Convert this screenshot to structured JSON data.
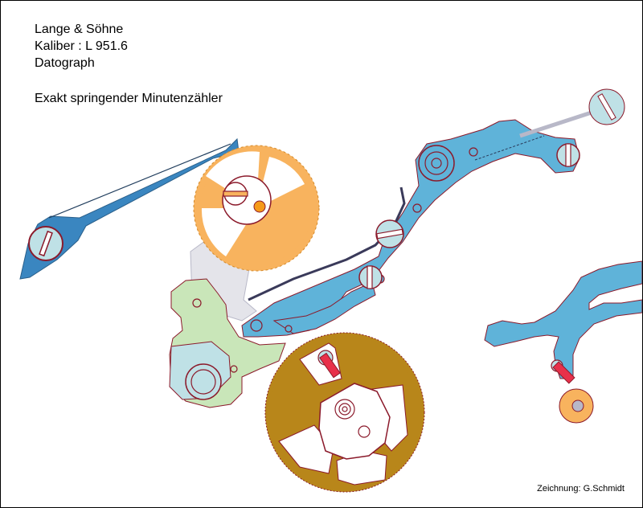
{
  "title": {
    "brand": "Lange & Söhne",
    "caliber": "Kaliber : L 951.6",
    "model": "Datograph"
  },
  "caption": "Exakt springender Minutenzähler",
  "credit": "Zeichnung: G.Schmidt",
  "colors": {
    "lever_blue": "#5fb3d9",
    "lever_dark_blue": "#3a86c0",
    "wheel_orange": "#f8b35e",
    "wheel_gold": "#b8861a",
    "hammer_green": "#c9e6b9",
    "pale_cyan": "#bfe1e6",
    "outline_red": "#8b1a2b",
    "pawl_red": "#e8304a",
    "pale_grey": "#e4e4ea"
  },
  "components": [
    {
      "name": "fine-steel-spring",
      "color": "lever_dark_blue"
    },
    {
      "name": "orange-ratchet-wheel",
      "color": "wheel_orange"
    },
    {
      "name": "main-blue-lever",
      "color": "lever_blue"
    },
    {
      "name": "green-hammer",
      "color": "hammer_green"
    },
    {
      "name": "minute-counter-wheel",
      "color": "wheel_gold"
    },
    {
      "name": "right-jumper-lever",
      "color": "lever_blue"
    },
    {
      "name": "small-orange-cam",
      "color": "wheel_orange"
    }
  ]
}
